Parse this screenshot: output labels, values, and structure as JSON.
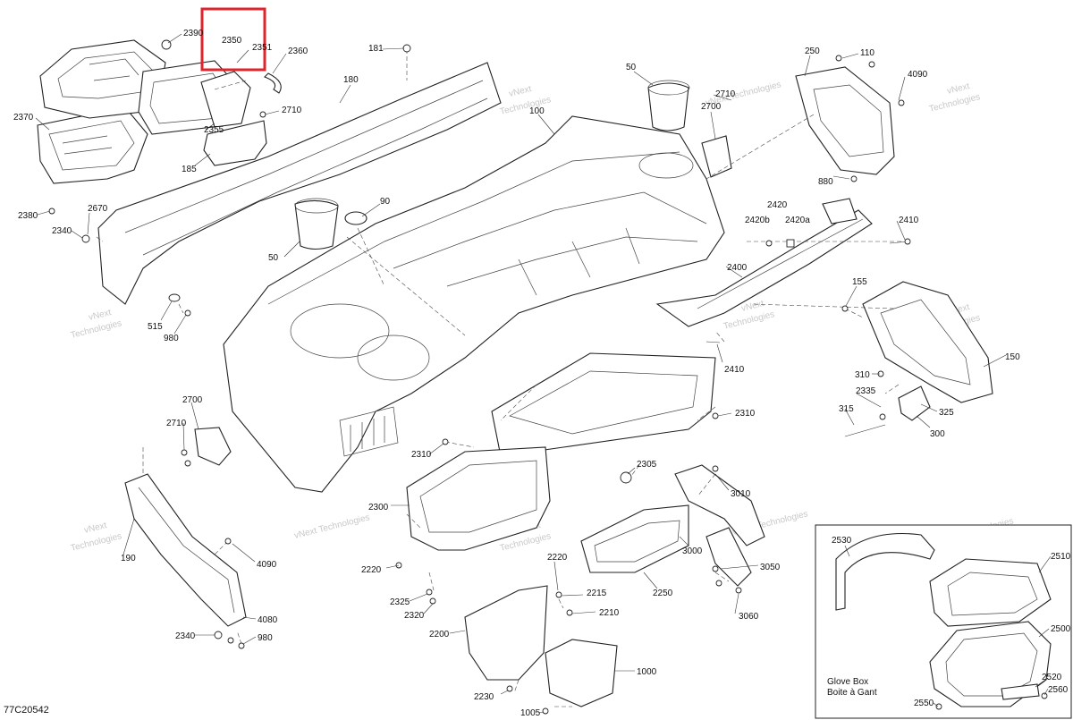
{
  "diagram_code": "77C20542",
  "inset": {
    "title": "Glove Box",
    "subtitle": "Boite à Gant"
  },
  "watermark": {
    "line1": "vNext",
    "line2": "Technologies",
    "single": "vNext Technologies"
  },
  "highlight_color": "#e0242c",
  "callouts": [
    "2390",
    "2350",
    "2351",
    "2360",
    "181",
    "180",
    "2370",
    "2355",
    "2710",
    "185",
    "50",
    "2710",
    "2700",
    "100",
    "250",
    "110",
    "4090",
    "880",
    "2380",
    "2670",
    "90",
    "2420",
    "2420b",
    "2420a",
    "2410",
    "2340",
    "50",
    "515",
    "980",
    "2400",
    "155",
    "150",
    "2410",
    "310",
    "2335",
    "315",
    "325",
    "300",
    "2700",
    "2710",
    "2310",
    "2310",
    "2305",
    "3010",
    "2300",
    "190",
    "4090",
    "3000",
    "2250",
    "3050",
    "2220",
    "2220",
    "2215",
    "2210",
    "3060",
    "2325",
    "2320",
    "4080",
    "2340",
    "980",
    "2200",
    "1000",
    "2230",
    "1005",
    "2530",
    "2510",
    "2500",
    "2520",
    "2550",
    "2560"
  ]
}
